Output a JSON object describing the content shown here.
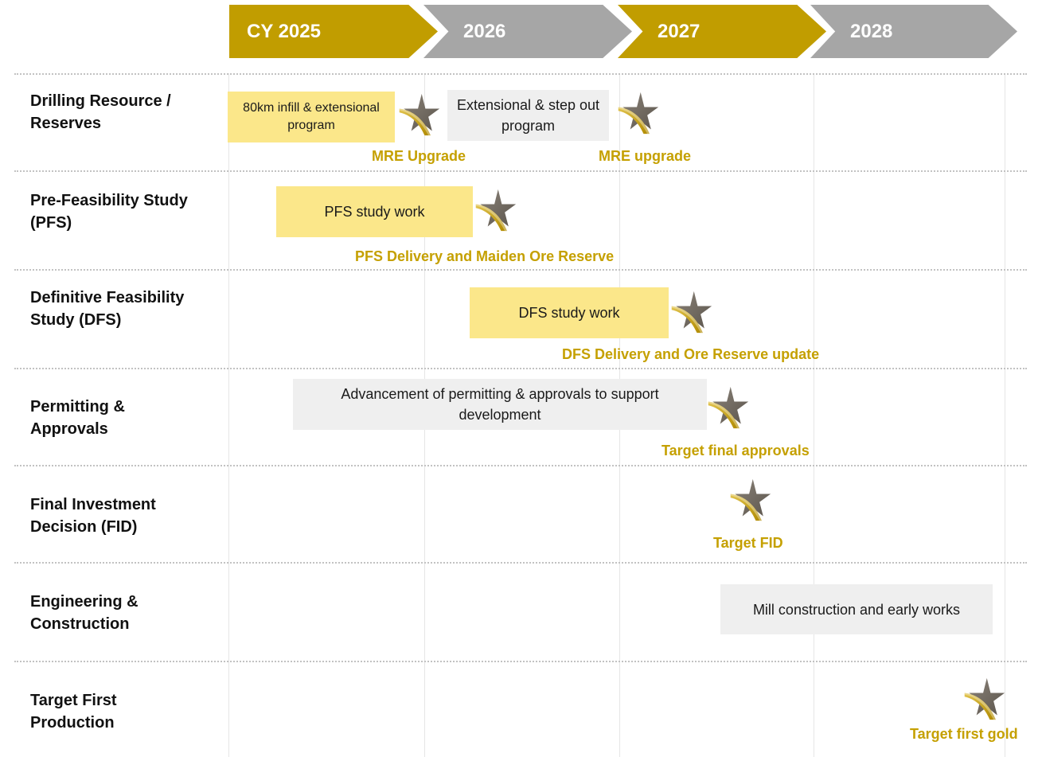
{
  "header": {
    "years": [
      "CY 2025",
      "2026",
      "2027",
      "2028"
    ],
    "colors": {
      "gold": "#c19d00",
      "grey": "#a6a6a6",
      "text_gold": "#c5a000",
      "box_yellow": "#fbe78a",
      "box_grey": "#efefef"
    }
  },
  "rows": [
    {
      "label": "Drilling Resource / Reserves",
      "bars": [
        {
          "text": "80km infill & extensional program",
          "style": "yellow"
        },
        {
          "text": "Extensional & step out program",
          "style": "grey"
        }
      ],
      "milestones": [
        "MRE Upgrade",
        "MRE upgrade"
      ]
    },
    {
      "label": "Pre-Feasibility Study (PFS)",
      "bars": [
        {
          "text": "PFS study work",
          "style": "yellow"
        }
      ],
      "milestones": [
        "PFS Delivery and Maiden Ore Reserve"
      ]
    },
    {
      "label": "Definitive Feasibility Study (DFS)",
      "bars": [
        {
          "text": "DFS study work",
          "style": "yellow"
        }
      ],
      "milestones": [
        "DFS Delivery and Ore Reserve update"
      ]
    },
    {
      "label": "Permitting & Approvals",
      "bars": [
        {
          "text": "Advancement of permitting & approvals to support development",
          "style": "grey"
        }
      ],
      "milestones": [
        "Target final approvals"
      ]
    },
    {
      "label": "Final Investment Decision (FID)",
      "bars": [],
      "milestones": [
        "Target FID"
      ]
    },
    {
      "label": "Engineering & Construction",
      "bars": [
        {
          "text": "Mill construction and early works",
          "style": "grey"
        }
      ],
      "milestones": []
    },
    {
      "label": "Target First Production",
      "bars": [],
      "milestones": [
        "Target first gold"
      ]
    }
  ],
  "icons": {
    "milestone_marker": "star-swoosh-icon"
  }
}
